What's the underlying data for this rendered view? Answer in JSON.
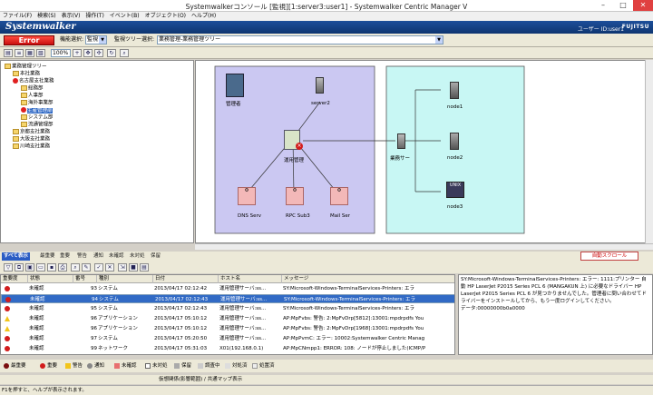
{
  "window": {
    "title": "Systemwalkerコンソール [監視][1:server3:user1] - Systemwalker Centric Manager V"
  },
  "menu": [
    "ファイル(F)",
    "検索(S)",
    "表示(V)",
    "操作(T)",
    "イベント(B)",
    "オブジェクト(O)",
    "ヘルプ(H)"
  ],
  "brand": {
    "logo": "Systemwalker",
    "user": "ユーザー ID:user1",
    "vendor": "FUJITSU"
  },
  "toolbar": {
    "status_button": "Error",
    "mode_label": "機能選択:",
    "mode_value": "監視",
    "tree_label": "監視ツリー選択:",
    "tree_value": "業務管理-業務管理ツリー",
    "zoom_value": "100%"
  },
  "tree": [
    {
      "label": "業務管理ツリー",
      "level": 0,
      "icon": "folder"
    },
    {
      "label": "本社業務",
      "level": 1,
      "icon": "folder"
    },
    {
      "label": "名古屋支社業務",
      "level": 1,
      "icon": "error"
    },
    {
      "label": "総務部",
      "level": 2,
      "icon": "folder"
    },
    {
      "label": "人事部",
      "level": 2,
      "icon": "folder"
    },
    {
      "label": "海外事業部",
      "level": 2,
      "icon": "folder"
    },
    {
      "label": "生産管理部",
      "level": 2,
      "icon": "error",
      "selected": true
    },
    {
      "label": "システム部",
      "level": 2,
      "icon": "folder"
    },
    {
      "label": "流通管理部",
      "level": 2,
      "icon": "folder"
    },
    {
      "label": "京都支社業務",
      "level": 1,
      "icon": "folder"
    },
    {
      "label": "大阪支社業務",
      "level": 1,
      "icon": "folder"
    },
    {
      "label": "川崎支社業務",
      "level": 1,
      "icon": "folder"
    }
  ],
  "map": {
    "nodes": {
      "manager": "管理者",
      "server2": "server2",
      "ops": "運用管理",
      "dns": "DNS Serv",
      "rpc": "RPC Sub3",
      "mail": "Mail Ser",
      "biz": "業務サー",
      "node1": "node1",
      "node2": "node2",
      "node3": "node3",
      "unix": "UNIX"
    }
  },
  "tabs": [
    "すべて表示",
    "最重要",
    "重要",
    "警告",
    "通知",
    "未確認",
    "未対処",
    "保留"
  ],
  "autoscroll": "自動スクロール",
  "events": {
    "headers": [
      "重要度",
      "状態",
      "番号",
      "種別",
      "日付",
      "ホスト名",
      "メッセージ"
    ],
    "rows": [
      {
        "sev": "err",
        "state": "未確認",
        "no": "93",
        "type": "システム",
        "date": "2013/04/17 02:12:42",
        "host": "運用管理サーバ:ss...",
        "msg": "SY:Microsoft-Windows-TerminalServices-Printers: エラ"
      },
      {
        "sev": "err",
        "state": "未確認",
        "no": "94",
        "type": "システム",
        "date": "2013/04/17 02:12:43",
        "host": "運用管理サーバ:ss...",
        "msg": "SY:Microsoft-Windows-TerminalServices-Printers: エラ",
        "selected": true
      },
      {
        "sev": "err",
        "state": "未確認",
        "no": "95",
        "type": "システム",
        "date": "2013/04/17 02:12:43",
        "host": "運用管理サーバ:ss...",
        "msg": "SY:Microsoft-Windows-TerminalServices-Printers: エラ"
      },
      {
        "sev": "warn",
        "state": "未確認",
        "no": "96",
        "type": "アプリケーション",
        "date": "2013/04/17 05:10:12",
        "host": "運用管理サーバ:ss...",
        "msg": "AP:MpFvbs: 警告: 2:MpFvDrp[5812]:13001:mpdrpdfs You"
      },
      {
        "sev": "warn",
        "state": "未確認",
        "no": "96",
        "type": "アプリケーション",
        "date": "2013/04/17 05:10:12",
        "host": "運用管理サーバ:ss...",
        "msg": "AP:MpFvbs: 警告: 2:MpFvDrp[1968]:13001:mpdrpdfs You"
      },
      {
        "sev": "err",
        "state": "未確認",
        "no": "97",
        "type": "システム",
        "date": "2013/04/17 05:20:50",
        "host": "運用管理サーバ:ss...",
        "msg": "AP:MpPvmC: エラー: 10002:Systemwalker Centric Manag"
      },
      {
        "sev": "err",
        "state": "未確認",
        "no": "99",
        "type": "ネットワーク",
        "date": "2013/04/17 05:31:03",
        "host": "X01(192.168.0.1)",
        "msg": "AP:MpCNmpp1: ERROR: 108:  ノードが停止しました(ICMP/P"
      }
    ]
  },
  "detail": "SY:Microsoft-Windows-TerminalServices-Printers: エラー: 1111:プリンター 自動 HP LaserJet P2015 Series PCL 6 (MANGAKUN 上) に必要なドライバー HP LaserJet P2015 Series PCL 6 が見つかりませんでした。管理者に問い合わせてドライバーをインストールしてから、もう一度ログインしてください。\nデータ:00000000b0a0000",
  "legend": [
    "最重要",
    "重要",
    "警告",
    "通知",
    "未確認",
    "未対処",
    "保留",
    "調査中",
    "対処済",
    "処置済"
  ],
  "status_path": "仮想関係(影響範囲) / 共通マップ表示",
  "status_help": "F1を押すと、ヘルプが表示されます。",
  "colors": {
    "brand": "#0e3570",
    "error": "#d21c1c",
    "selected": "#316ac5",
    "zone_left": "#cbc8f2",
    "zone_right": "#c8f7f4"
  }
}
